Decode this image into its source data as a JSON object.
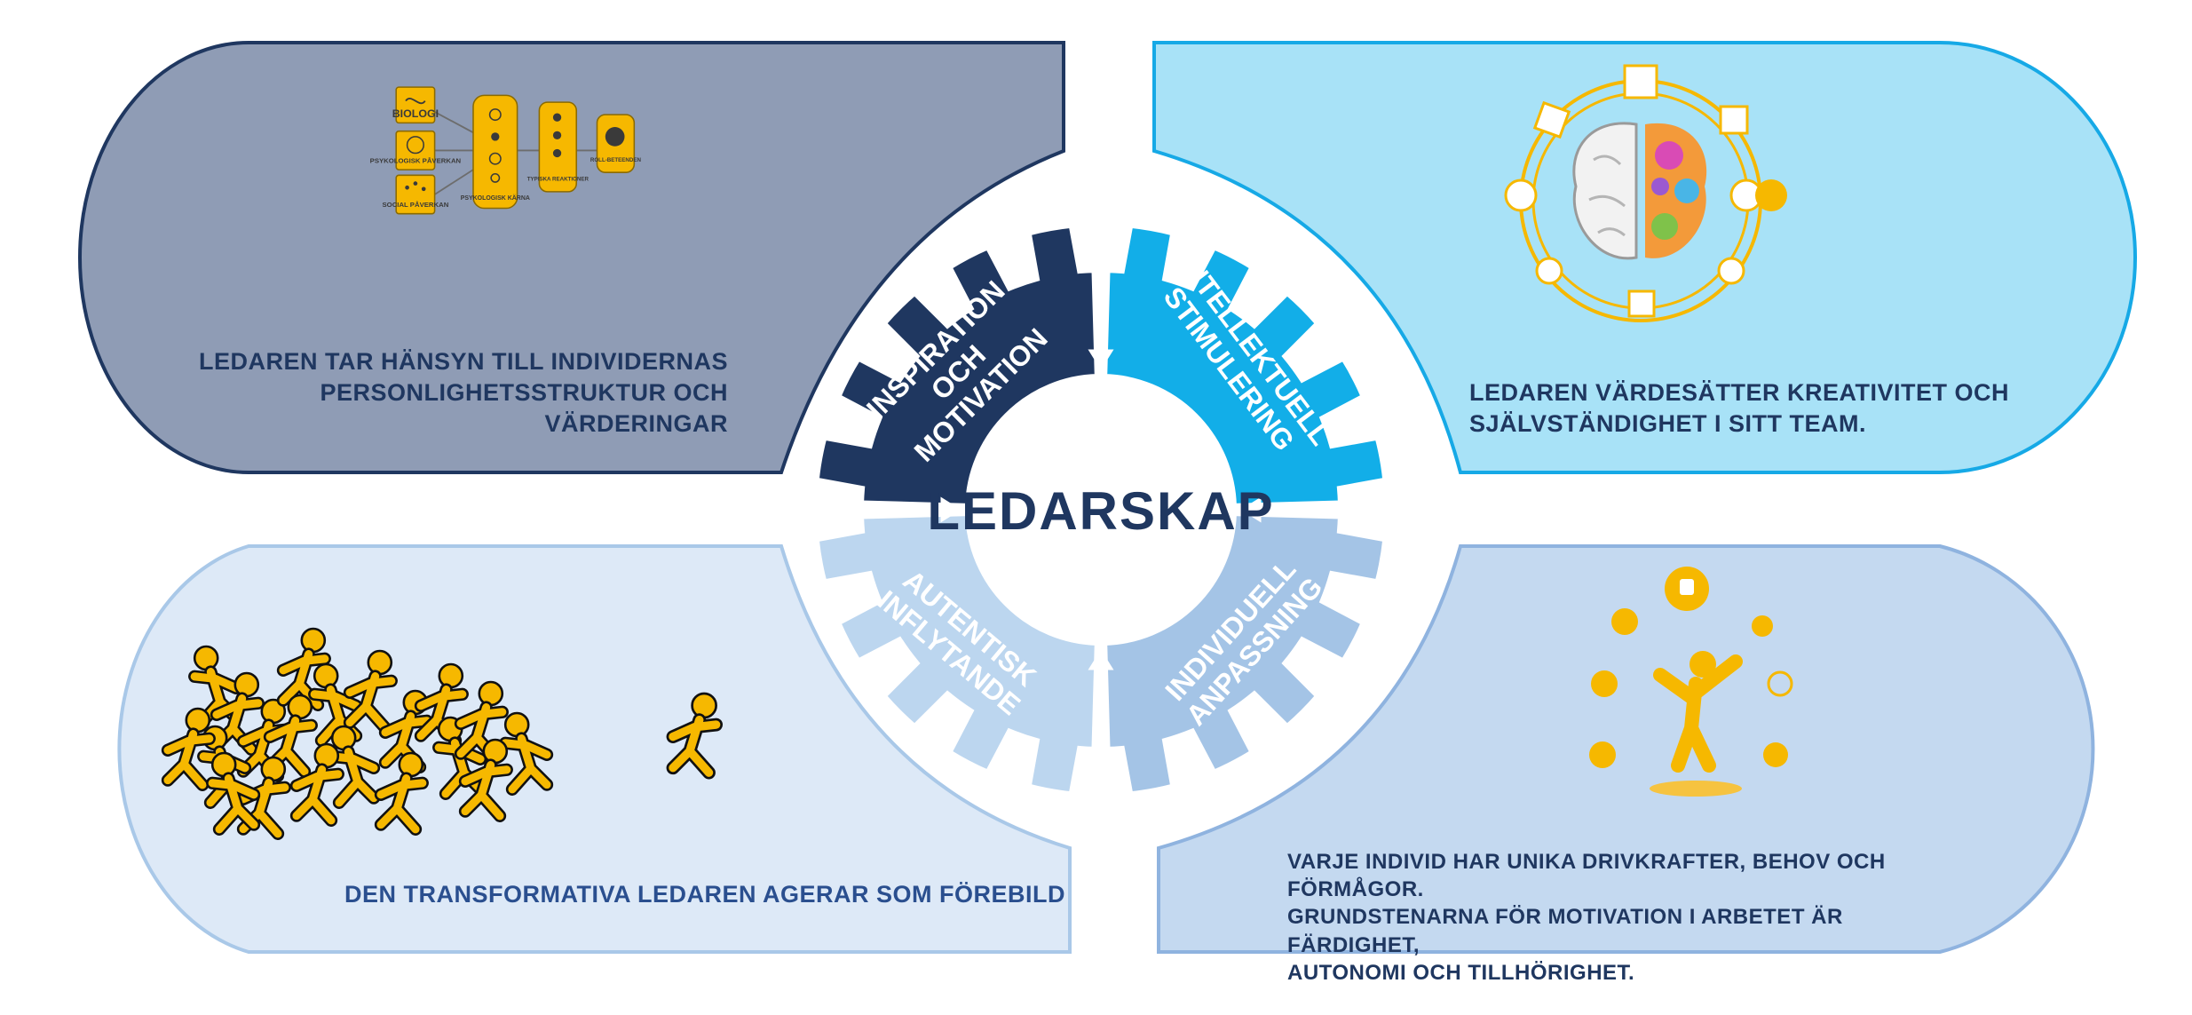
{
  "diagram": {
    "center": "LEDARSKAP",
    "quadrants": {
      "top_left": {
        "gear_label": "INSPIRATION\nOCH\nMOTIVATION",
        "text_lines": [
          "LEDAREN TAR HÄNSYN  TILL INDIVIDERNAS",
          "PERSONLIGHETSSTRUKTUR OCH VÄRDERINGAR"
        ],
        "color": "#1f3760",
        "panel_color": "#8f9cb5"
      },
      "top_right": {
        "gear_label": "INTELLEKTUELL\nSTIMULERING",
        "text_lines": [
          "LEDAREN VÄRDESÄTTER KREATIVITET OCH",
          "SJÄLVSTÄNDIGHET I SITT TEAM."
        ],
        "color": "#12aee8",
        "panel_color": "#a8e2f7"
      },
      "bottom_left": {
        "gear_label": "AUTENTISK\nINFLYTANDE",
        "text_lines": [
          "DEN TRANSFORMATIVA LEDAREN AGERAR SOM FÖREBILD"
        ],
        "color": "#bcd6ef",
        "panel_color": "#dde9f7"
      },
      "bottom_right": {
        "gear_label": "INDIVIDUELL\nANPASSNING",
        "text_lines": [
          "VARJE INDIVID HAR UNIKA DRIVKRAFTER, BEHOV OCH FÖRMÅGOR.",
          "GRUNDSTENARNA FÖR MOTIVATION I ARBETET ÄR FÄRDIGHET,",
          "AUTONOMI OCH TILLHÖRIGHET."
        ],
        "color": "#a4c4e6",
        "panel_color": "#c4d9f0"
      }
    },
    "flowchart": {
      "inputs": [
        "BIOLOGI",
        "PSYKOLOGISK PÅVERKAN",
        "SOCIAL PÅVERKAN"
      ],
      "core": "PSYKOLOGISK KÄRNA",
      "reactions": "TYPISKA REAKTIONER",
      "role": "ROLL-BETEENDEN"
    },
    "illustration_color": "#f6b800"
  }
}
